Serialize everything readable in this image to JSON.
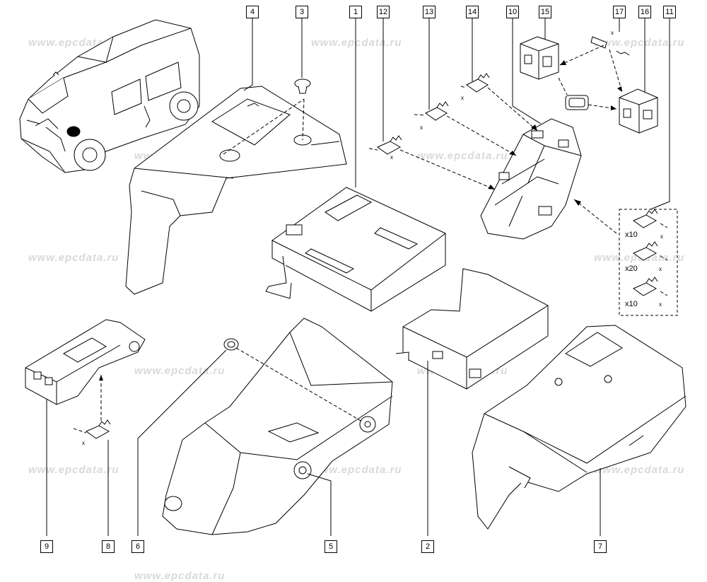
{
  "watermark": "www.epcdata.ru",
  "callouts": {
    "c1": "1",
    "c2": "2",
    "c3": "3",
    "c4": "4",
    "c5": "5",
    "c6": "6",
    "c7": "7",
    "c8": "8",
    "c9": "9",
    "c10": "10",
    "c11": "11",
    "c12": "12",
    "c13": "13",
    "c14": "14",
    "c15": "15",
    "c16": "16",
    "c17": "17"
  },
  "quantities": {
    "q1": "x10",
    "q2": "x20",
    "q3": "x10"
  },
  "multiplier_mark": "x"
}
